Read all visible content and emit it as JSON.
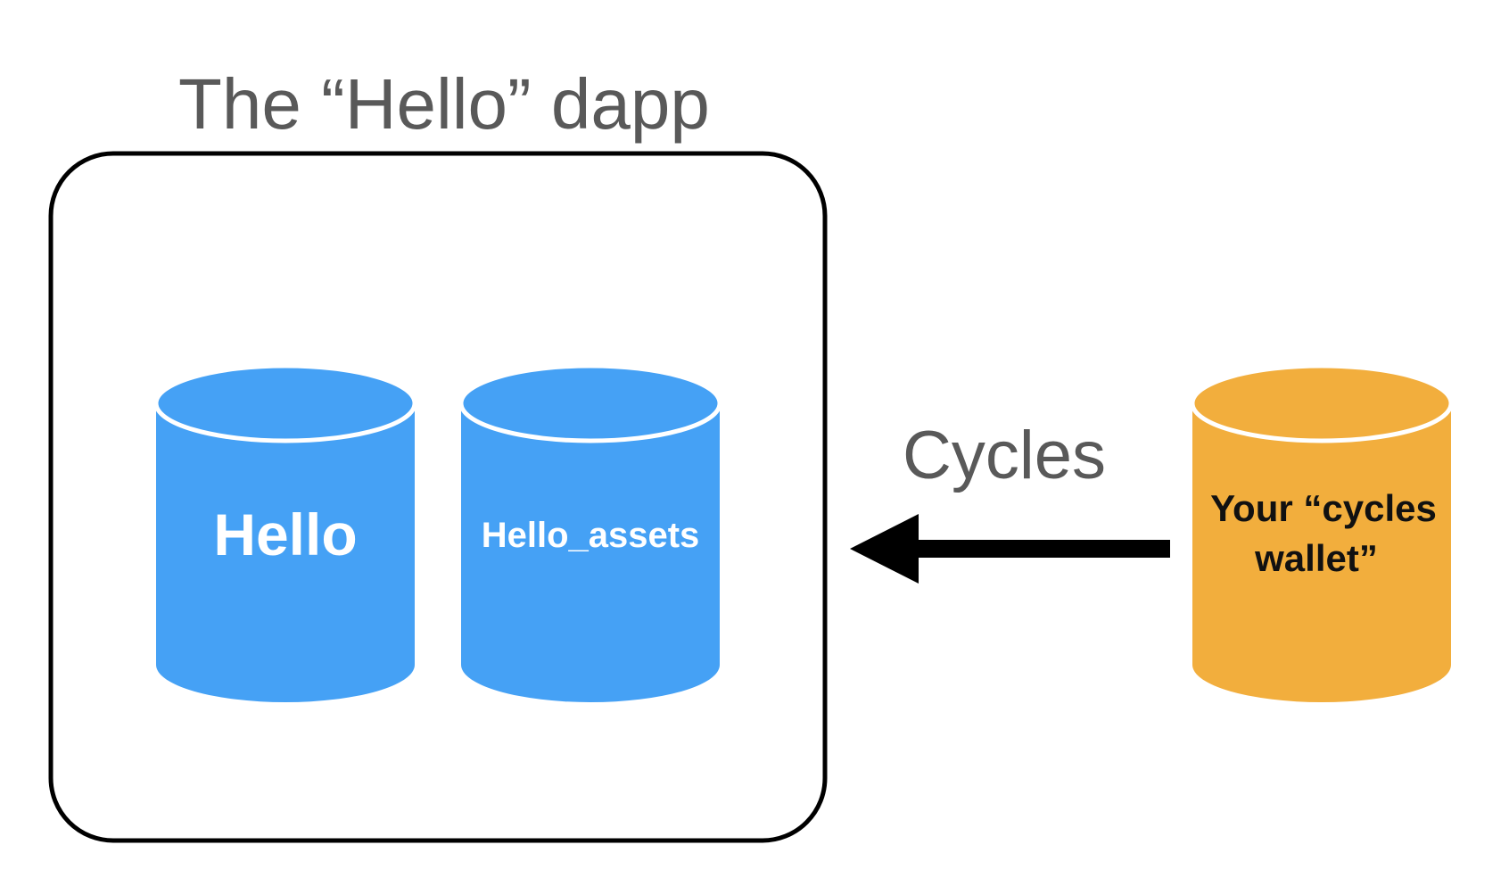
{
  "diagram": {
    "title": "The “Hello” dapp",
    "arrow_label": "Cycles",
    "canisters": {
      "hello": {
        "label": "Hello",
        "color": "#45a1f5"
      },
      "hello_assets": {
        "label": "Hello_assets",
        "color": "#45a1f5"
      },
      "wallet": {
        "label_line1": "Your “cycles",
        "label_line2": "wallet”",
        "color": "#f2ae3d"
      }
    },
    "arrow_color": "#000000",
    "frame_color": "#000000"
  }
}
